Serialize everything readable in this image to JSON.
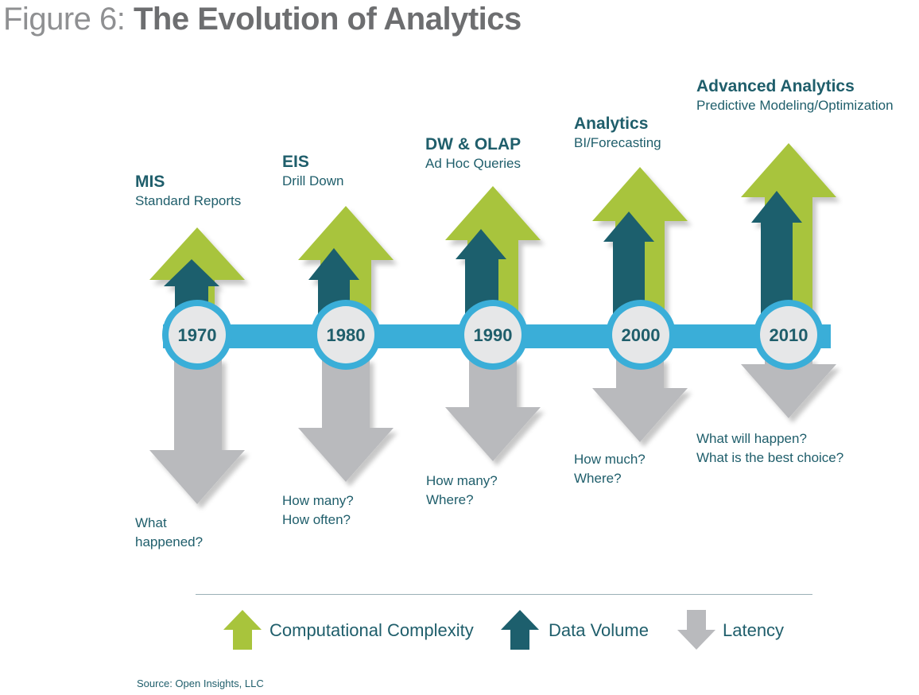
{
  "title": {
    "prefix": "Figure 6:",
    "main": "The Evolution of Analytics"
  },
  "colors": {
    "complexity": "#a8c43c",
    "volume": "#1d5f6d",
    "latency": "#b9babd",
    "timeline": "#3aaed8",
    "text": "#1f5e6b"
  },
  "eras": [
    {
      "year": "1970",
      "name": "MIS",
      "sub": "Standard Reports",
      "q1": "What",
      "q2": "happened?"
    },
    {
      "year": "1980",
      "name": "EIS",
      "sub": "Drill Down",
      "q1": "How many?",
      "q2": "How often?"
    },
    {
      "year": "1990",
      "name": "DW & OLAP",
      "sub": "Ad Hoc Queries",
      "q1": "How many?",
      "q2": "Where?"
    },
    {
      "year": "2000",
      "name": "Analytics",
      "sub": "BI/Forecasting",
      "q1": "How much?",
      "q2": "Where?"
    },
    {
      "year": "2010",
      "name": "Advanced Analytics",
      "sub": "Predictive Modeling/Optimization",
      "q1": "What will happen?",
      "q2": "What is the best choice?"
    }
  ],
  "legend": {
    "complexity": "Computational Complexity",
    "volume": "Data Volume",
    "latency": "Latency",
    "complexity_icon": "up-arrow-green",
    "volume_icon": "up-arrow-teal",
    "latency_icon": "down-arrow-gray"
  },
  "source": "Source: Open Insights, LLC"
}
